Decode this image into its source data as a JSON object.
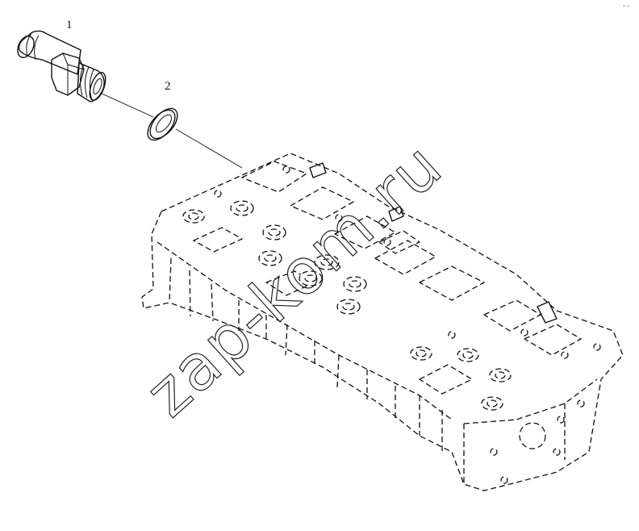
{
  "diagram": {
    "callouts": [
      {
        "id": "1",
        "label": "1"
      },
      {
        "id": "2",
        "label": "2"
      }
    ],
    "parts": [
      "fitting",
      "washer",
      "cylinder-head"
    ],
    "watermark": "zap-kom.ru",
    "corner_mark": "• —"
  }
}
